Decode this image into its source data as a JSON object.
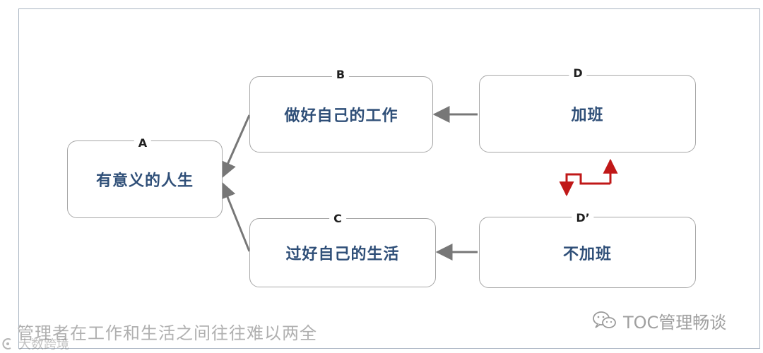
{
  "nodes": {
    "a": {
      "tag": "A",
      "label": "有意义的人生"
    },
    "b": {
      "tag": "B",
      "label": "做好自己的工作"
    },
    "c": {
      "tag": "C",
      "label": "过好自己的生活"
    },
    "d": {
      "tag": "D",
      "label": "加班"
    },
    "d_prime": {
      "tag": "D’",
      "label": "不加班"
    }
  },
  "caption": "管理者在工作和生活之间往往难以两全",
  "watermark": {
    "left_text": "大数跨境",
    "right_text": "TOC管理畅谈"
  },
  "colors": {
    "node_text": "#2f4f78",
    "arrow": "#777777",
    "conflict_arrow": "#c01818",
    "frame": "#a9b4c2"
  },
  "icons": {
    "conflict": "lightning-conflict-icon",
    "wechat": "wechat-logo-icon"
  }
}
